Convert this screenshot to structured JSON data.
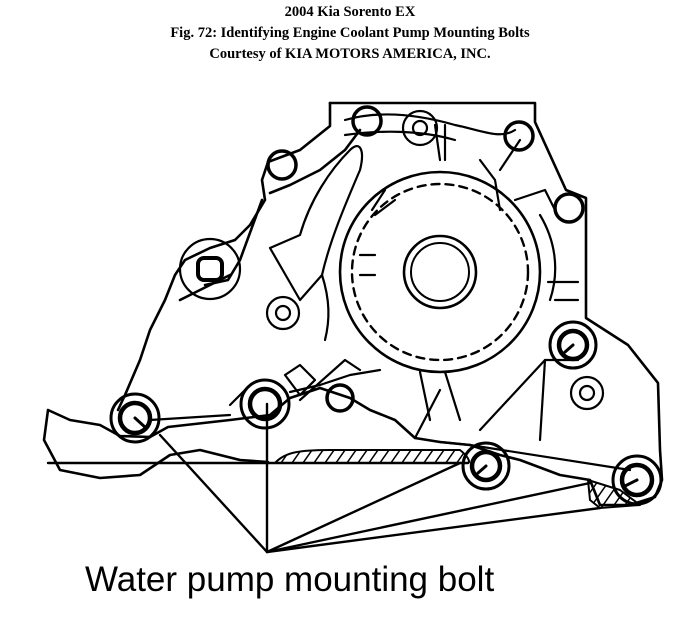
{
  "header": {
    "vehicle": "2004 Kia Sorento EX",
    "figure_title": "Fig. 72: Identifying Engine Coolant Pump Mounting Bolts",
    "courtesy": "Courtesy of KIA MOTORS AMERICA, INC."
  },
  "figure": {
    "description": "Line drawing of engine coolant (water) pump housing with mounting bolts indicated by leader lines",
    "label": "Water pump mounting bolt",
    "indicated_bolt_count": 5,
    "line_color": "#000000",
    "background": "#ffffff"
  }
}
